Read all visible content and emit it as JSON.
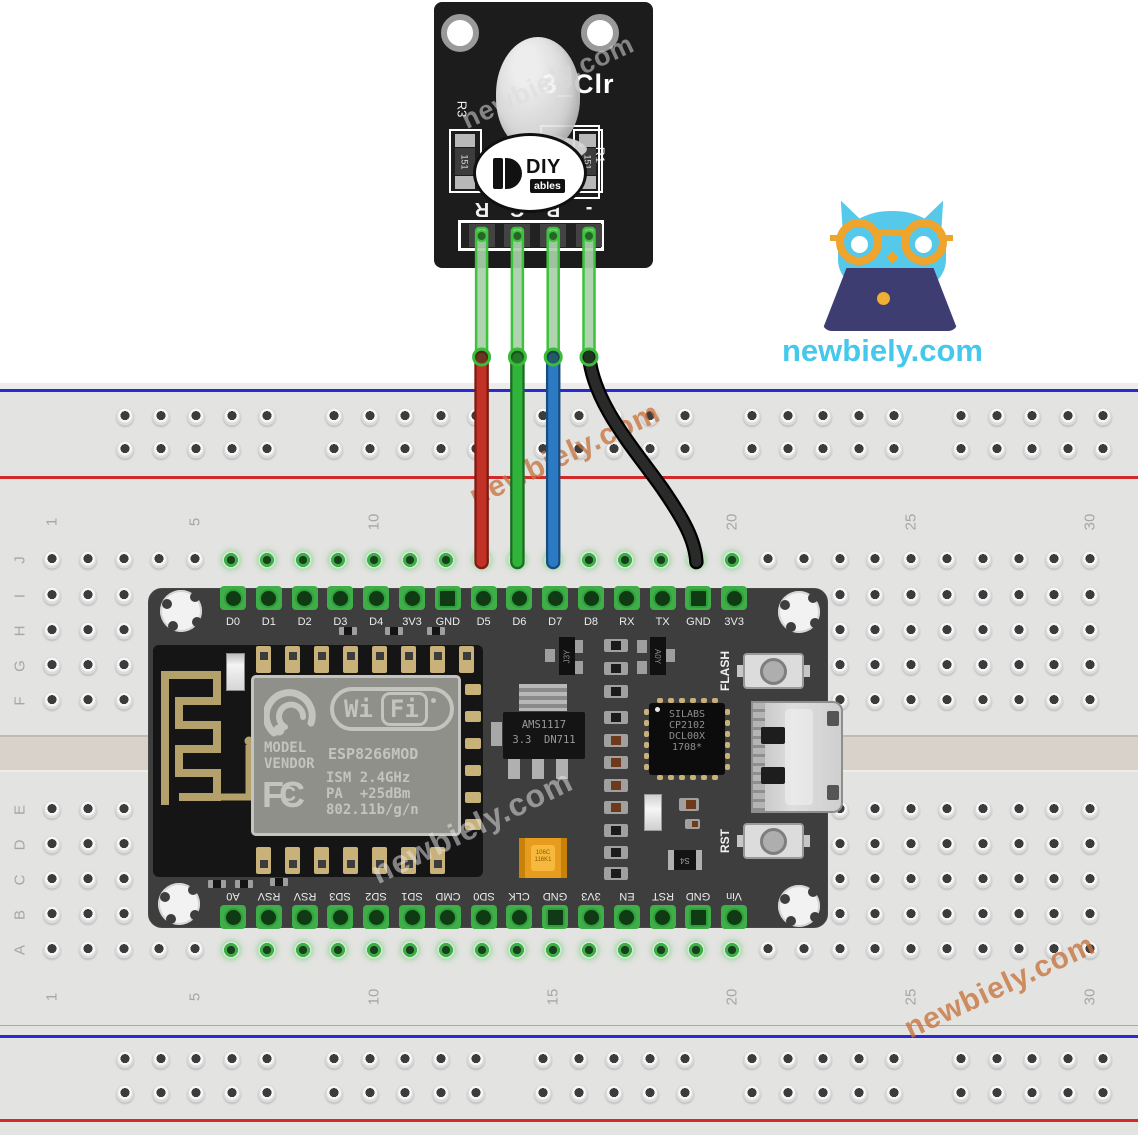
{
  "brand": {
    "name": "newbiely.com",
    "text_color": "#45c8ec",
    "owl_blue": "#56c8e9",
    "glasses_orange": "#efa42d",
    "laptop_navy": "#3d3d72",
    "laptop_dot": "#f0b032"
  },
  "watermarks": {
    "text": "newbiely.com",
    "orange": "rgba(199,116,64,0.78)",
    "gray": "rgba(219,219,219,0.55)"
  },
  "led_module": {
    "silk_label": "3_Clr",
    "resistor_left_ref": "R3",
    "resistor_left_value": "151",
    "resistor_right_ref": "R1",
    "resistor_right_value": "151",
    "logo_top": "DIY",
    "logo_bottom": "ables",
    "pins": [
      "R",
      "G",
      "B",
      "-"
    ]
  },
  "esp_board": {
    "top_pins": [
      "D0",
      "D1",
      "D2",
      "D3",
      "D4",
      "3V3",
      "GND",
      "D5",
      "D6",
      "D7",
      "D8",
      "RX",
      "TX",
      "GND",
      "3V3"
    ],
    "bottom_pins": [
      "A0",
      "RSV",
      "RSV",
      "SD3",
      "SD2",
      "SD1",
      "CMD",
      "SD0",
      "CLK",
      "GND",
      "3V3",
      "EN",
      "RST",
      "GND",
      "Vin"
    ],
    "top_square_pads": [
      6,
      13
    ],
    "bottom_square_pads": [
      9,
      13
    ],
    "flash_button_label": "FLASH",
    "reset_button_label": "RST",
    "shield": {
      "wifi_left": "Wi",
      "wifi_right": "Fi",
      "vendor_line1": "MODEL",
      "vendor_line2": "VENDOR",
      "module_name": "ESP8266MOD",
      "fcc_mark": "FC",
      "spec_lines": [
        "ISM 2.4GHz",
        "PA  +25dBm",
        "802.11b/g/n"
      ]
    },
    "regulator_line1": "AMS1117",
    "regulator_line2": "3.3  DN711",
    "usb_chip_lines": [
      "SILABS",
      "CP2102",
      "DCL00X",
      "1708*"
    ],
    "transistor_left": "J3Y",
    "transistor_right": "A0Y",
    "s4_label": "S4",
    "cap_line1": "106C",
    "cap_line2": "116K1"
  },
  "breadboard": {
    "column_numbers": [
      {
        "label": "1",
        "col": 1
      },
      {
        "label": "5",
        "col": 5
      },
      {
        "label": "10",
        "col": 10
      },
      {
        "label": "15",
        "col": 15
      },
      {
        "label": "20",
        "col": 20
      },
      {
        "label": "25",
        "col": 25
      },
      {
        "label": "30",
        "col": 30
      }
    ],
    "row_letters": [
      "J",
      "I",
      "H",
      "G",
      "F",
      "E",
      "D",
      "C",
      "B",
      "A"
    ],
    "columns": 30,
    "rail_blue": "#2a2ad2",
    "rail_red": "#d22a2a"
  },
  "wires": [
    {
      "name": "red-wire",
      "module_pin": "R",
      "esp_pin": "D5",
      "column": 13,
      "color": "#c23126",
      "outline": "#7e1a12",
      "curved": false
    },
    {
      "name": "green-wire",
      "module_pin": "G",
      "esp_pin": "D6",
      "column": 14,
      "color": "#2fb33a",
      "outline": "#1a6b21",
      "curved": false
    },
    {
      "name": "blue-wire",
      "module_pin": "B",
      "esp_pin": "D7",
      "column": 15,
      "color": "#2d7ac4",
      "outline": "#174c7e",
      "curved": false
    },
    {
      "name": "black-wire",
      "module_pin": "-",
      "esp_pin": "GND",
      "column": 19,
      "color": "#2a2a2a",
      "outline": "#000000",
      "curved": true
    }
  ]
}
